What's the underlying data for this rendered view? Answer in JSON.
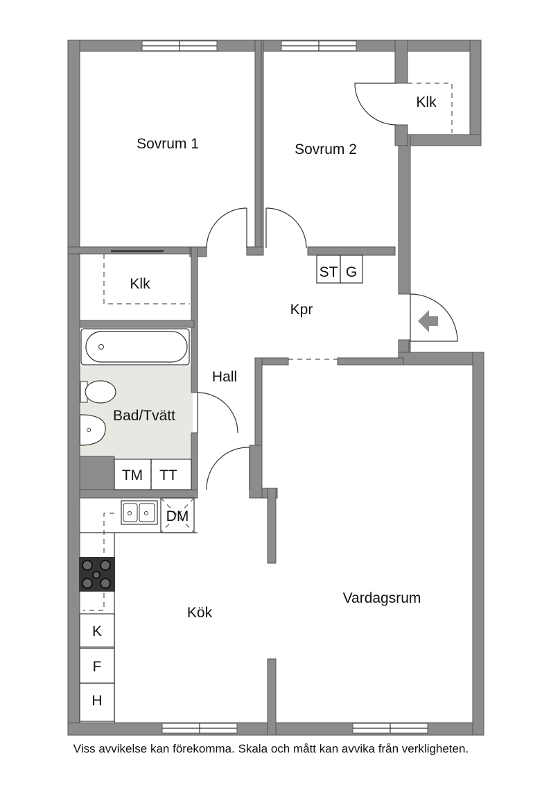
{
  "rooms": {
    "sovrum1": "Sovrum 1",
    "sovrum2": "Sovrum 2",
    "klk_top": "Klk",
    "klk_left": "Klk",
    "kpr": "Kpr",
    "hall": "Hall",
    "bad": "Bad/Tvätt",
    "kok": "Kök",
    "vardagsrum": "Vardagsrum"
  },
  "fixtures": {
    "st": "ST",
    "g": "G",
    "tm": "TM",
    "tt": "TT",
    "dm": "DM",
    "k": "K",
    "f": "F",
    "h": "H"
  },
  "disclaimer": "Viss avvikelse kan förekomma. Skala och mått kan avvika från verkligheten.",
  "colors": {
    "wall": "#8c8c8c",
    "bathroom_floor": "#e9e7e1"
  },
  "icons": {
    "entrance": "entrance-arrow-icon",
    "stove": "stove-icon",
    "sink": "kitchen-sink-icon",
    "bathtub": "bathtub-icon",
    "toilet": "toilet-icon",
    "washbasin": "washbasin-icon"
  }
}
